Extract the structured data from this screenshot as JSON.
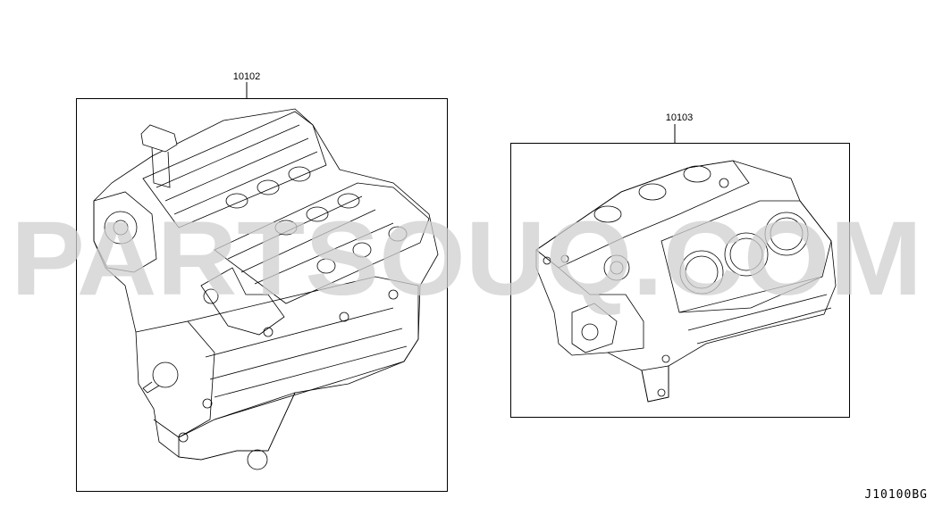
{
  "diagram": {
    "parts": [
      {
        "callout": "10102"
      },
      {
        "callout": "10103"
      }
    ],
    "watermark": "PARTSOUQ.COM",
    "figure_code": "J10100BG"
  }
}
